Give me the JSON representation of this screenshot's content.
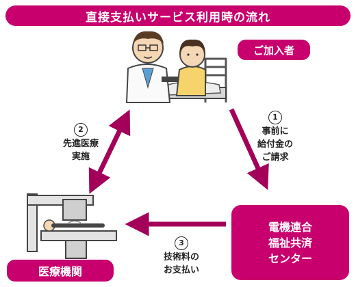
{
  "title": "直接支払いサービス利用時の流れ",
  "labels": {
    "member": "ご加入者",
    "medical": "医療機関",
    "fund_line1": "電機連合",
    "fund_line2": "福祉共済",
    "fund_line3": "センター"
  },
  "steps": [
    {
      "num": "1",
      "lines": [
        "事前に",
        "給付金の",
        "ご請求"
      ]
    },
    {
      "num": "2",
      "lines": [
        "先進医療",
        "実施"
      ]
    },
    {
      "num": "3",
      "lines": [
        "技術料の",
        "お支払い"
      ]
    }
  ],
  "colors": {
    "accent": "#c8006e"
  }
}
